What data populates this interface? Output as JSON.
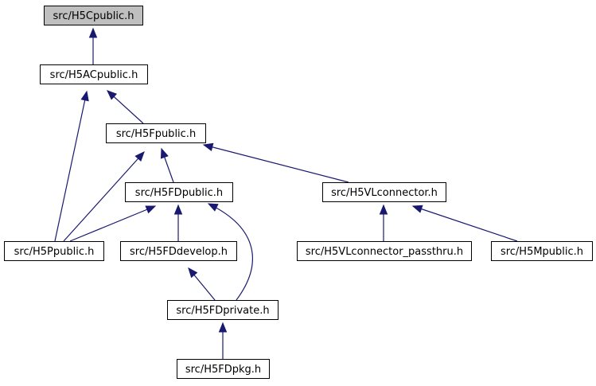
{
  "graph": {
    "nodes": [
      {
        "id": "h5c",
        "label": "src/H5Cpublic.h",
        "highlight": true
      },
      {
        "id": "h5ac",
        "label": "src/H5ACpublic.h",
        "highlight": false
      },
      {
        "id": "h5f",
        "label": "src/H5Fpublic.h",
        "highlight": false
      },
      {
        "id": "h5fd",
        "label": "src/H5FDpublic.h",
        "highlight": false
      },
      {
        "id": "h5vl",
        "label": "src/H5VLconnector.h",
        "highlight": false
      },
      {
        "id": "h5p",
        "label": "src/H5Ppublic.h",
        "highlight": false
      },
      {
        "id": "h5fddev",
        "label": "src/H5FDdevelop.h",
        "highlight": false
      },
      {
        "id": "h5vlpass",
        "label": "src/H5VLconnector_passthru.h",
        "highlight": false
      },
      {
        "id": "h5m",
        "label": "src/H5Mpublic.h",
        "highlight": false
      },
      {
        "id": "h5fdpriv",
        "label": "src/H5FDprivate.h",
        "highlight": false
      },
      {
        "id": "h5fdpkg",
        "label": "src/H5FDpkg.h",
        "highlight": false
      }
    ],
    "edges": [
      {
        "from": "h5ac",
        "to": "h5c"
      },
      {
        "from": "h5f",
        "to": "h5ac"
      },
      {
        "from": "h5p",
        "to": "h5ac"
      },
      {
        "from": "h5fd",
        "to": "h5f"
      },
      {
        "from": "h5p",
        "to": "h5f"
      },
      {
        "from": "h5vl",
        "to": "h5f"
      },
      {
        "from": "h5p",
        "to": "h5fd"
      },
      {
        "from": "h5fddev",
        "to": "h5fd"
      },
      {
        "from": "h5fdpriv",
        "to": "h5fd"
      },
      {
        "from": "h5vlpass",
        "to": "h5vl"
      },
      {
        "from": "h5m",
        "to": "h5vl"
      },
      {
        "from": "h5fdpriv",
        "to": "h5fddev"
      },
      {
        "from": "h5fdpkg",
        "to": "h5fdpriv"
      }
    ],
    "colors": {
      "edge": "#191970",
      "highlight_fill": "#bfbfbf",
      "node_fill": "#ffffff",
      "border": "#000000"
    }
  }
}
